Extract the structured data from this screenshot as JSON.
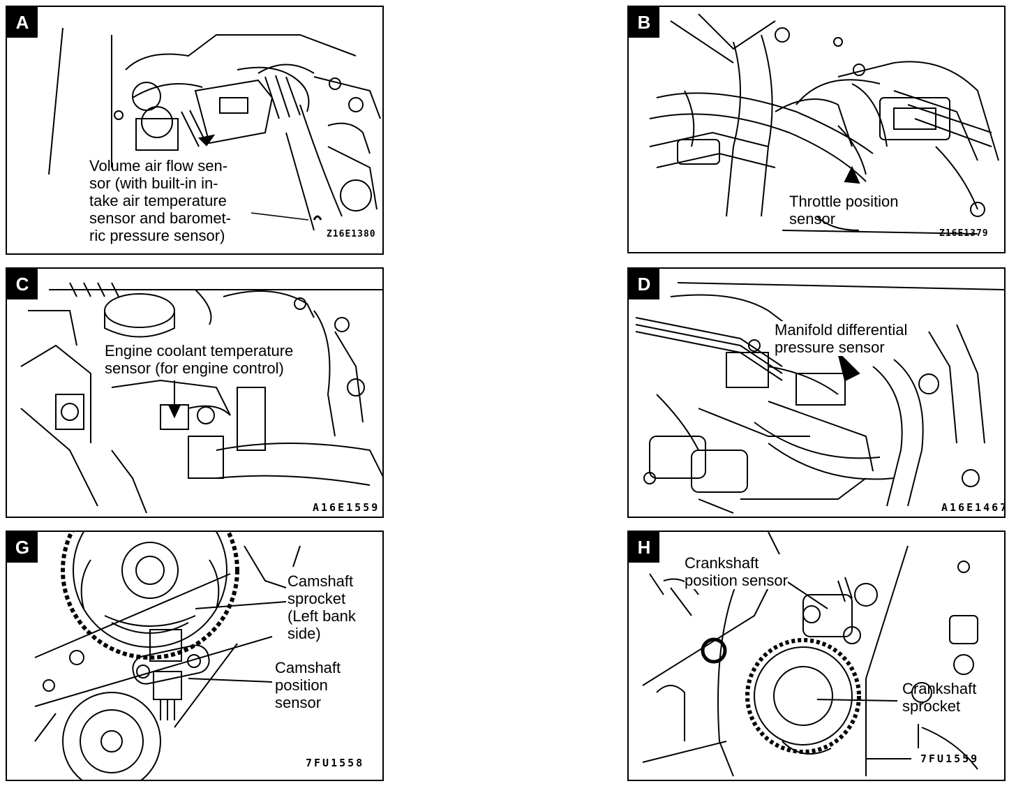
{
  "panels": [
    {
      "letter": "A",
      "label": "Volume air flow sen-\nsor (with built-in in-\ntake air temperature\nsensor and baromet-\nric pressure sensor)",
      "code": "Z16E1380"
    },
    {
      "letter": "B",
      "label": "Throttle position\nsensor",
      "code": "Z16E1379"
    },
    {
      "letter": "C",
      "label": "Engine coolant temperature\nsensor (for engine control)",
      "code": "A16E1559"
    },
    {
      "letter": "D",
      "label": "Manifold differential\npressure sensor",
      "code": "A16E1467"
    },
    {
      "letter": "G",
      "label_top": "Camshaft\nsprocket\n(Left bank\nside)",
      "label_bottom": "Camshaft\nposition\nsensor",
      "code": "7FU1558"
    },
    {
      "letter": "H",
      "label_top": "Crankshaft\nposition sensor",
      "label_bottom": "Crankshaft\nsprocket",
      "code": "7FU1559"
    }
  ]
}
